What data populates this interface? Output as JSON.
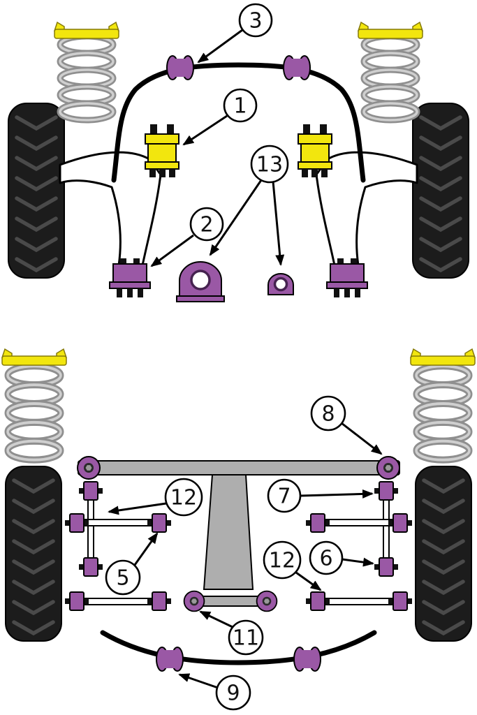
{
  "callouts": {
    "n1": "1",
    "n2": "2",
    "n3": "3",
    "n5": "5",
    "n6": "6",
    "n7": "7",
    "n8": "8",
    "n9": "9",
    "n11": "11",
    "n12": "12",
    "n13": "13"
  },
  "colors": {
    "purple": "#9a58a5",
    "yellow": "#f2e60e",
    "beam": "#aeaeae",
    "tire": "#1c1c1c",
    "outline": "#000000",
    "background": "#ffffff"
  }
}
